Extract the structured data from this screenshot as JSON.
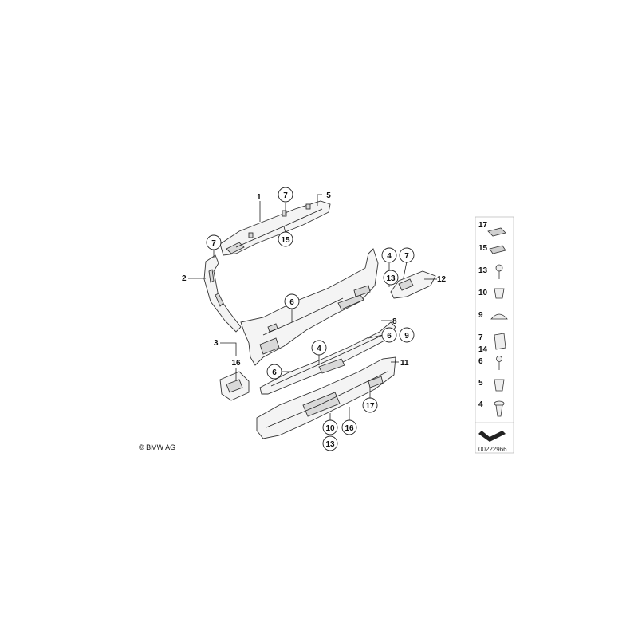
{
  "diagram": {
    "copyright": "© BMW AG",
    "reference_number": "00222966",
    "callouts": {
      "c1": "1",
      "c2": "2",
      "c3": "3",
      "c4a": "4",
      "c4b": "4",
      "c5": "5",
      "c6a": "6",
      "c6b": "6",
      "c6c": "6",
      "c7a": "7",
      "c7b": "7",
      "c7c": "7",
      "c8": "8",
      "c9": "9",
      "c10": "10",
      "c11": "11",
      "c12": "12",
      "c13a": "13",
      "c13b": "13",
      "c15": "15",
      "c16a": "16",
      "c16b": "16",
      "c17": "17"
    },
    "legend": [
      "17",
      "15",
      "13",
      "10",
      "9",
      "7",
      "14",
      "6",
      "5",
      "4"
    ]
  }
}
